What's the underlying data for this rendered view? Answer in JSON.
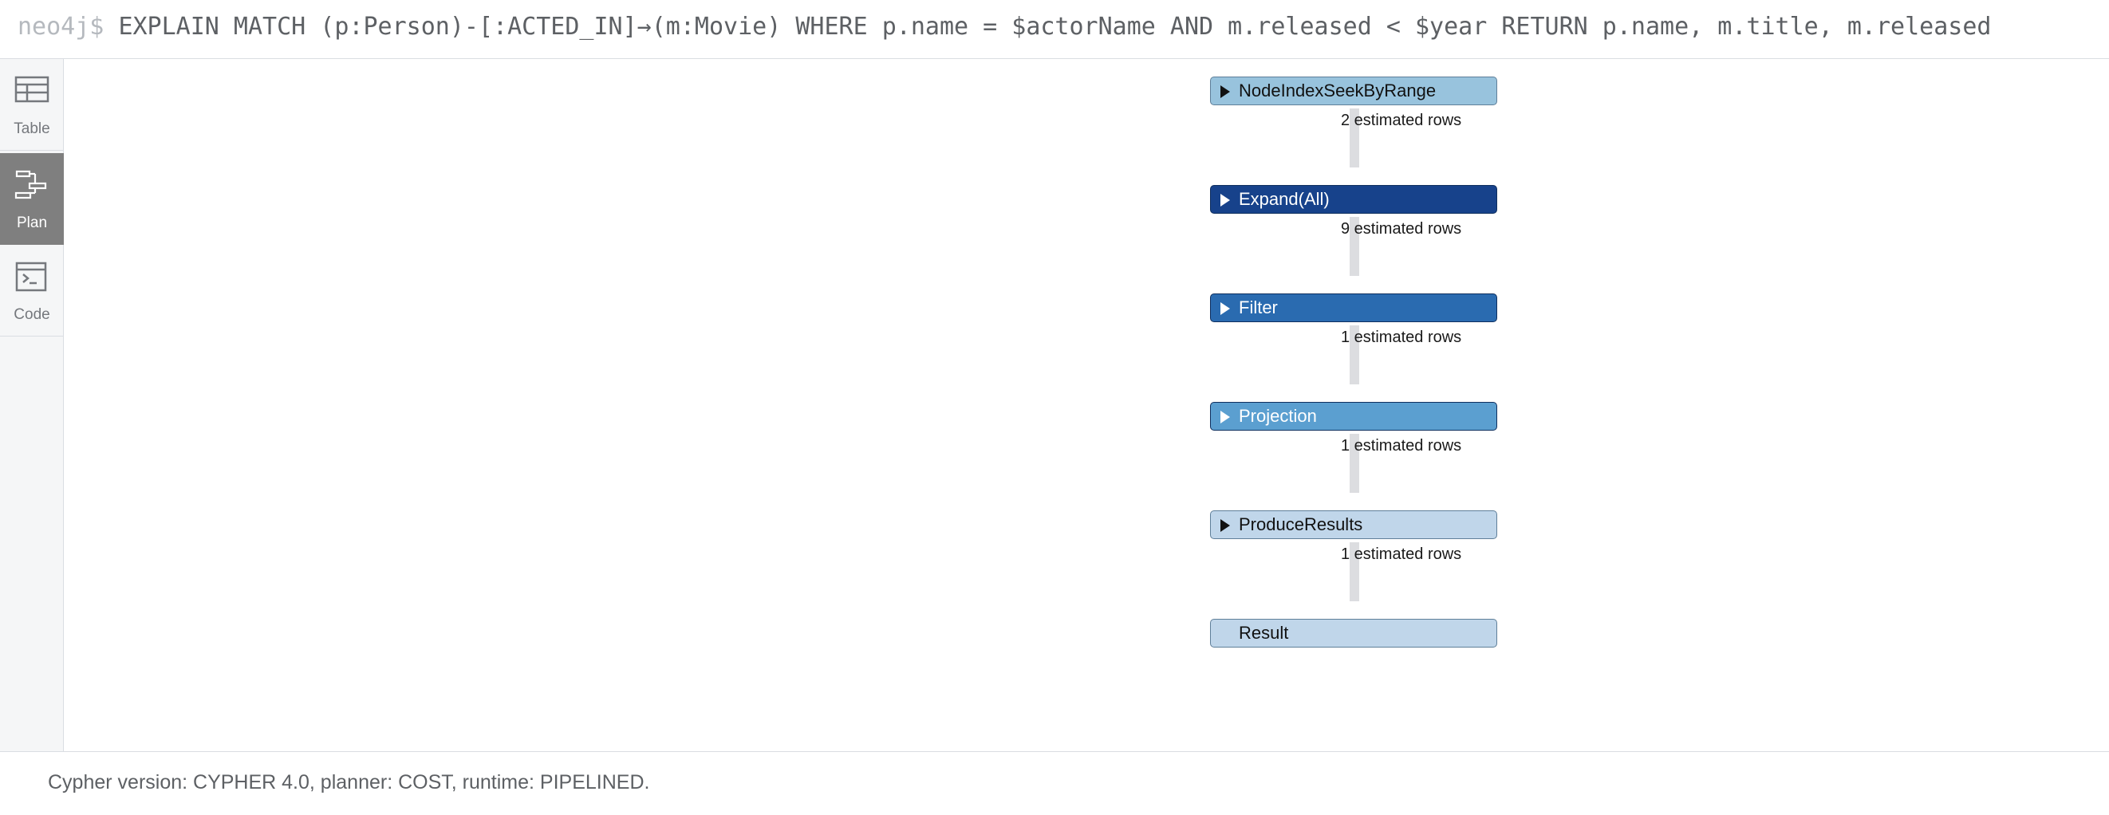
{
  "query": {
    "prompt": "neo4j$",
    "text": "EXPLAIN MATCH (p:Person)-[:ACTED_IN]→(m:Movie) WHERE p.name = $actorName AND m.released < $year RETURN p.name, m.title, m.released"
  },
  "sidebar": {
    "items": [
      {
        "label": "Table",
        "icon": "table-icon",
        "active": false
      },
      {
        "label": "Plan",
        "icon": "plan-icon",
        "active": true
      },
      {
        "label": "Code",
        "icon": "code-icon",
        "active": false
      }
    ]
  },
  "plan": {
    "operators": [
      {
        "name": "NodeIndexSeekByRange",
        "rows": "2 estimated rows",
        "color": "#98c3dd"
      },
      {
        "name": "Expand(All)",
        "rows": "9 estimated rows",
        "color": "#17428b"
      },
      {
        "name": "Filter",
        "rows": "1 estimated rows",
        "color": "#2a6bb0"
      },
      {
        "name": "Projection",
        "rows": "1 estimated rows",
        "color": "#5b9fd0"
      },
      {
        "name": "ProduceResults",
        "rows": "1 estimated rows",
        "color": "#c0d6ea"
      },
      {
        "name": "Result",
        "rows": "",
        "color": "#c0d6ea"
      }
    ]
  },
  "footer": {
    "text": "Cypher version: CYPHER 4.0, planner: COST, runtime: PIPELINED."
  }
}
